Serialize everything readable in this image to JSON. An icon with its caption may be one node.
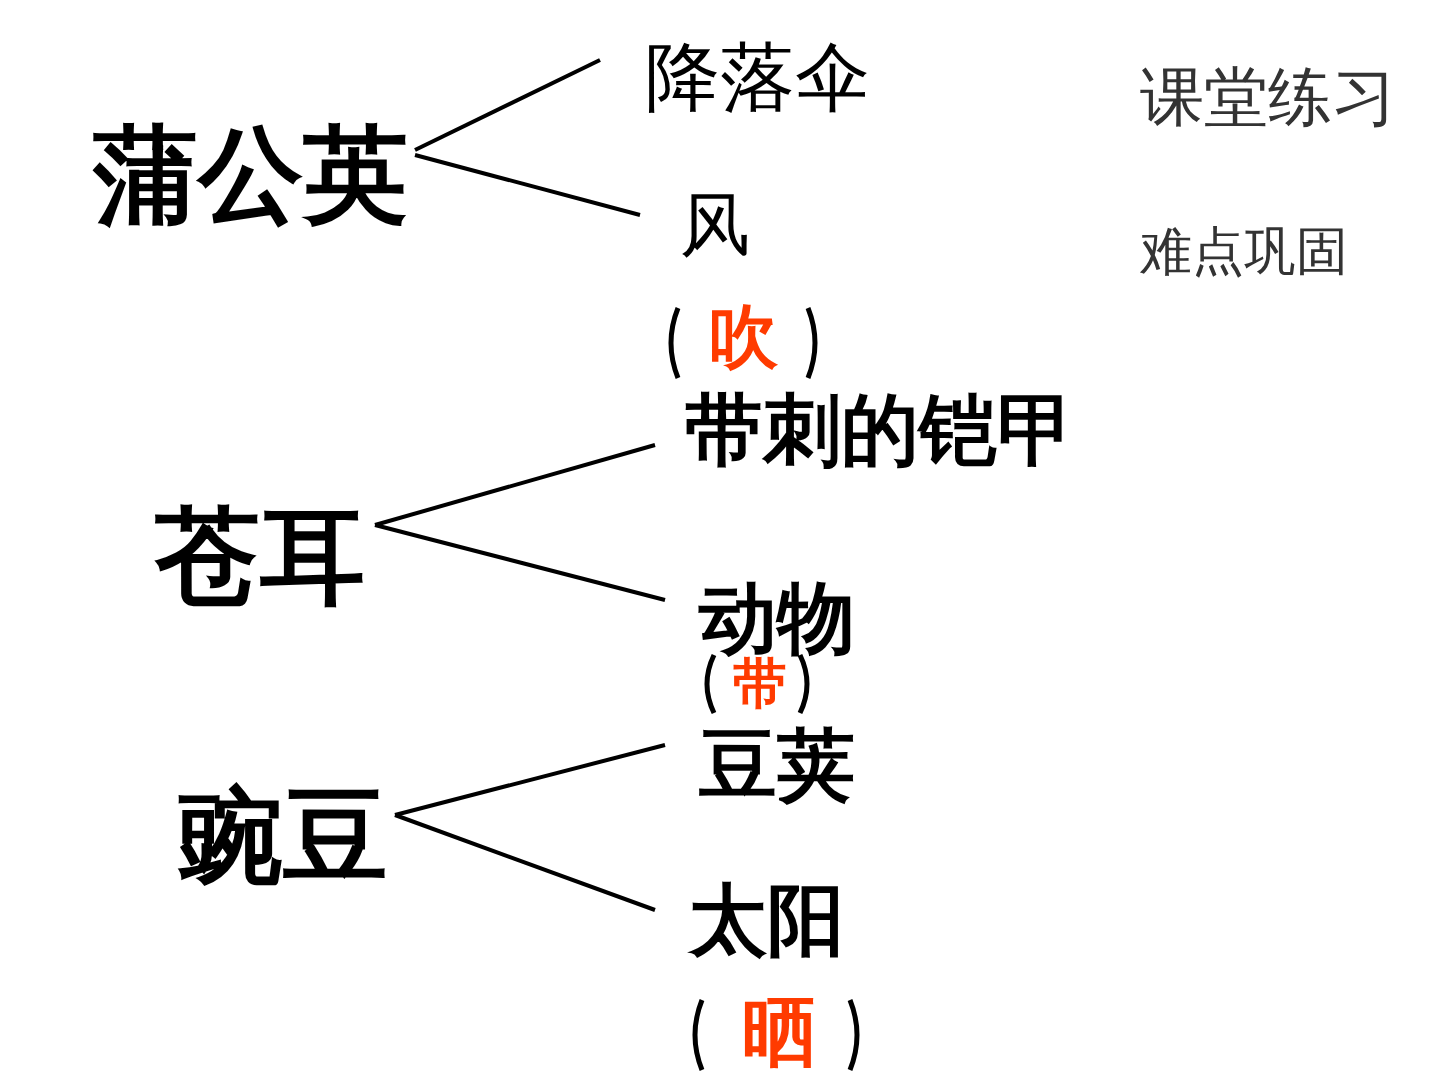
{
  "diagram": {
    "nodes": [
      {
        "text": [
          "蒲公英"
        ]
      },
      {
        "text": [
          "降落伞"
        ]
      },
      {
        "text": [
          "风"
        ],
        "beside": [
          "吹"
        ]
      },
      {
        "text": [
          "苍耳"
        ]
      },
      {
        "text": [
          "带刺的铠甲"
        ]
      },
      {
        "text": [
          "动物"
        ],
        "beside": [
          "带"
        ]
      },
      {
        "text": [
          "豌豆"
        ]
      },
      {
        "text": [
          "豆荚"
        ]
      },
      {
        "text": [
          "太阳"
        ],
        "beside": [
          "晒"
        ]
      }
    ],
    "edges": [
      {
        "from": 0,
        "to": 1,
        "arrow": "none"
      },
      {
        "from": 0,
        "to": 2,
        "arrow": "none"
      },
      {
        "from": 3,
        "to": 4,
        "arrow": "none"
      },
      {
        "from": 3,
        "to": 5,
        "arrow": "none"
      },
      {
        "from": 6,
        "to": 7,
        "arrow": "none"
      },
      {
        "from": 6,
        "to": 8,
        "arrow": "none"
      }
    ],
    "labels": [
      "课堂练习",
      "难点巩固"
    ]
  }
}
